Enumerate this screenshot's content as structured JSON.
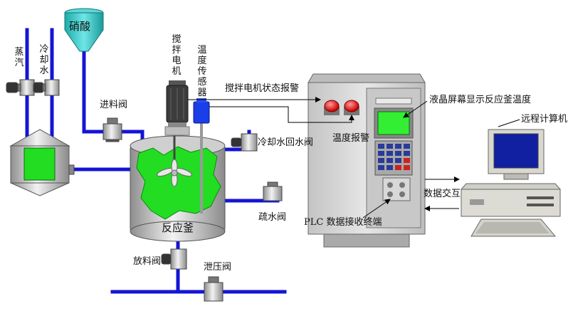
{
  "labels": {
    "nitric_acid": "硝酸",
    "steam": "蒸汽",
    "cooling_water": "冷却水",
    "feed_valve": "进料阀",
    "stirring_motor": "搅拌电机",
    "temp_sensor": "温度传感器",
    "motor_alarm": "搅拌电机状态报警",
    "lcd_display": "液晶屏幕显示反应釜温度",
    "temp_alarm": "温度报警",
    "remote_computer": "远程计算机",
    "cooling_return_valve": "冷却水回水阀",
    "drain_valve": "疏水阀",
    "data_exchange": "数据交互",
    "plc_terminal": "PLC 数据接收终端",
    "reactor": "反应釜",
    "discharge_valve": "放料阀",
    "relief_valve": "泄压阀"
  },
  "colors": {
    "pipe": "#1414d6",
    "tank_green": "#22dd22",
    "funnel_cyan": "#33cccc",
    "cabinet": "#d8d8d8",
    "alarm_red": "#ee1111",
    "screen_blue": "#1020a0"
  },
  "icons": [
    "valve-icon",
    "alarm-light-icon",
    "motor-icon",
    "agitator-icon",
    "computer-icon",
    "keypad-icon"
  ]
}
